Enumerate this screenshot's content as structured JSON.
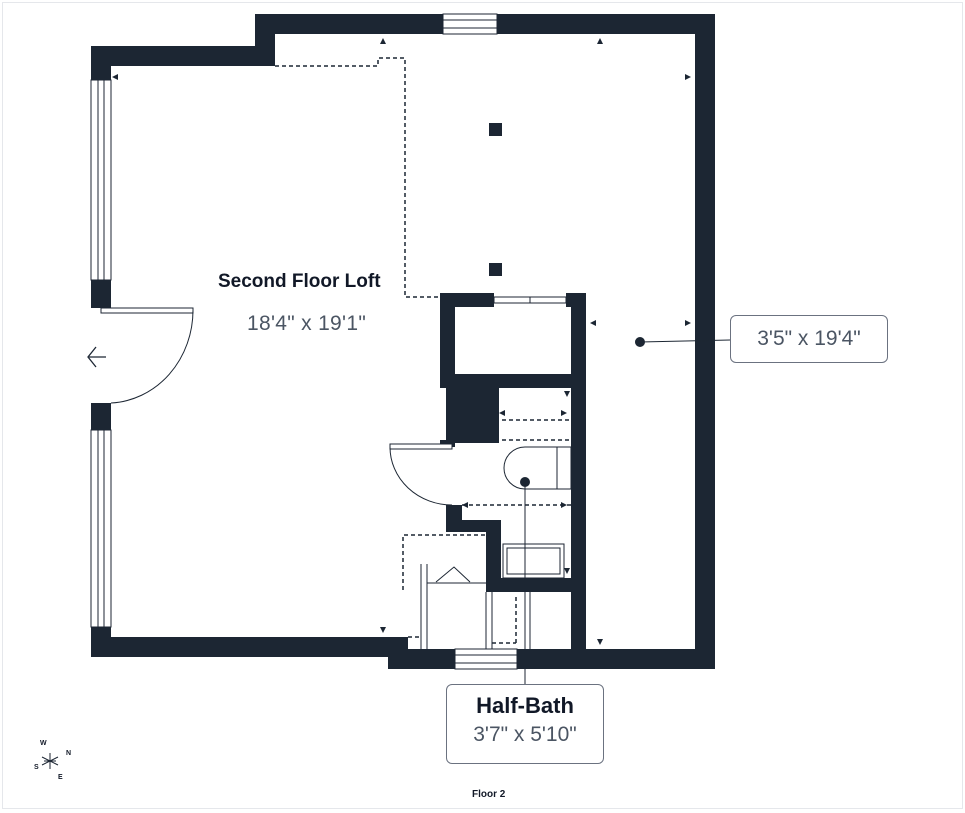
{
  "plan": {
    "loft": {
      "name": "Second Floor Loft",
      "dimensions": "18'4\" x 19'1\""
    },
    "right_area": {
      "dimensions": "3'5\" x 19'4\""
    },
    "half_bath": {
      "name": "Half-Bath",
      "dimensions": "3'7\" x 5'10\""
    },
    "floor_label": "Floor 2",
    "compass": {
      "w": "W",
      "n": "N",
      "s": "S",
      "e": "E"
    }
  },
  "colors": {
    "wall": "#1c2633",
    "text": "#111827",
    "muted": "#4b5563"
  }
}
